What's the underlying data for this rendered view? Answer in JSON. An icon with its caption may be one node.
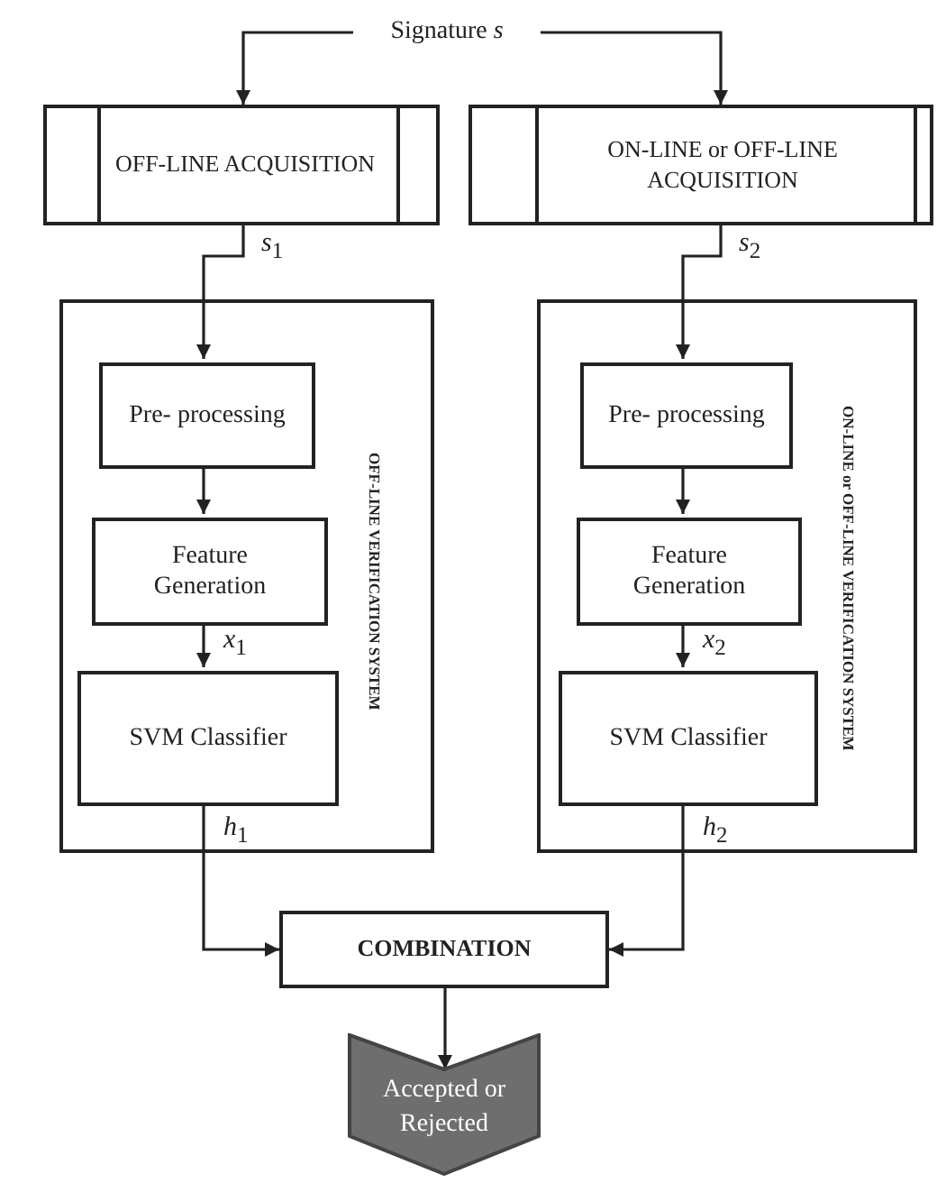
{
  "diagram": {
    "nodes": [
      {
        "text": [
          "Signature *s*"
        ]
      },
      {
        "text": [
          "OFF-LINE ACQUISITION"
        ]
      },
      {
        "text": [
          "ON-LINE or OFF-LINE ACQUISITION"
        ]
      },
      {
        "text": [
          "OFF-LINE VERIFICATION SYSTEM"
        ]
      },
      {
        "text": [
          "Pre- processing"
        ],
        "in": 3
      },
      {
        "text": [
          "Feature Generation"
        ],
        "in": 3
      },
      {
        "text": [
          "SVM Classifier"
        ],
        "in": 3
      },
      {
        "text": [
          "ON-LINE or OFF-LINE VERIFICATION SYSTEM"
        ]
      },
      {
        "text": [
          "Pre- processing"
        ],
        "in": 7
      },
      {
        "text": [
          "Feature Generation"
        ],
        "in": 7
      },
      {
        "text": [
          "SVM Classifier"
        ],
        "in": 7
      },
      {
        "text": [
          "COMBINATION"
        ]
      },
      {
        "text": [
          "Accepted or Rejected"
        ]
      }
    ],
    "edges": [
      {
        "from": 0,
        "to": 1,
        "arrow": "to"
      },
      {
        "from": 0,
        "to": 2,
        "arrow": "to"
      },
      {
        "from": 1,
        "to": 4,
        "arrow": "to",
        "label": "*s*$_{1}$"
      },
      {
        "from": 4,
        "to": 5,
        "arrow": "to"
      },
      {
        "from": 5,
        "to": 6,
        "arrow": "to",
        "label": "*x*$_{1}$"
      },
      {
        "from": 6,
        "to": 11,
        "arrow": "to",
        "label": "*h*$_{1}$"
      },
      {
        "from": 2,
        "to": 8,
        "arrow": "to",
        "label": "*s*$_{2}$"
      },
      {
        "from": 8,
        "to": 9,
        "arrow": "to"
      },
      {
        "from": 9,
        "to": 10,
        "arrow": "to",
        "label": "*x*$_{2}$"
      },
      {
        "from": 10,
        "to": 11,
        "arrow": "to",
        "label": "*h*$_{2}$"
      },
      {
        "from": 11,
        "to": 12,
        "arrow": "to"
      }
    ]
  }
}
